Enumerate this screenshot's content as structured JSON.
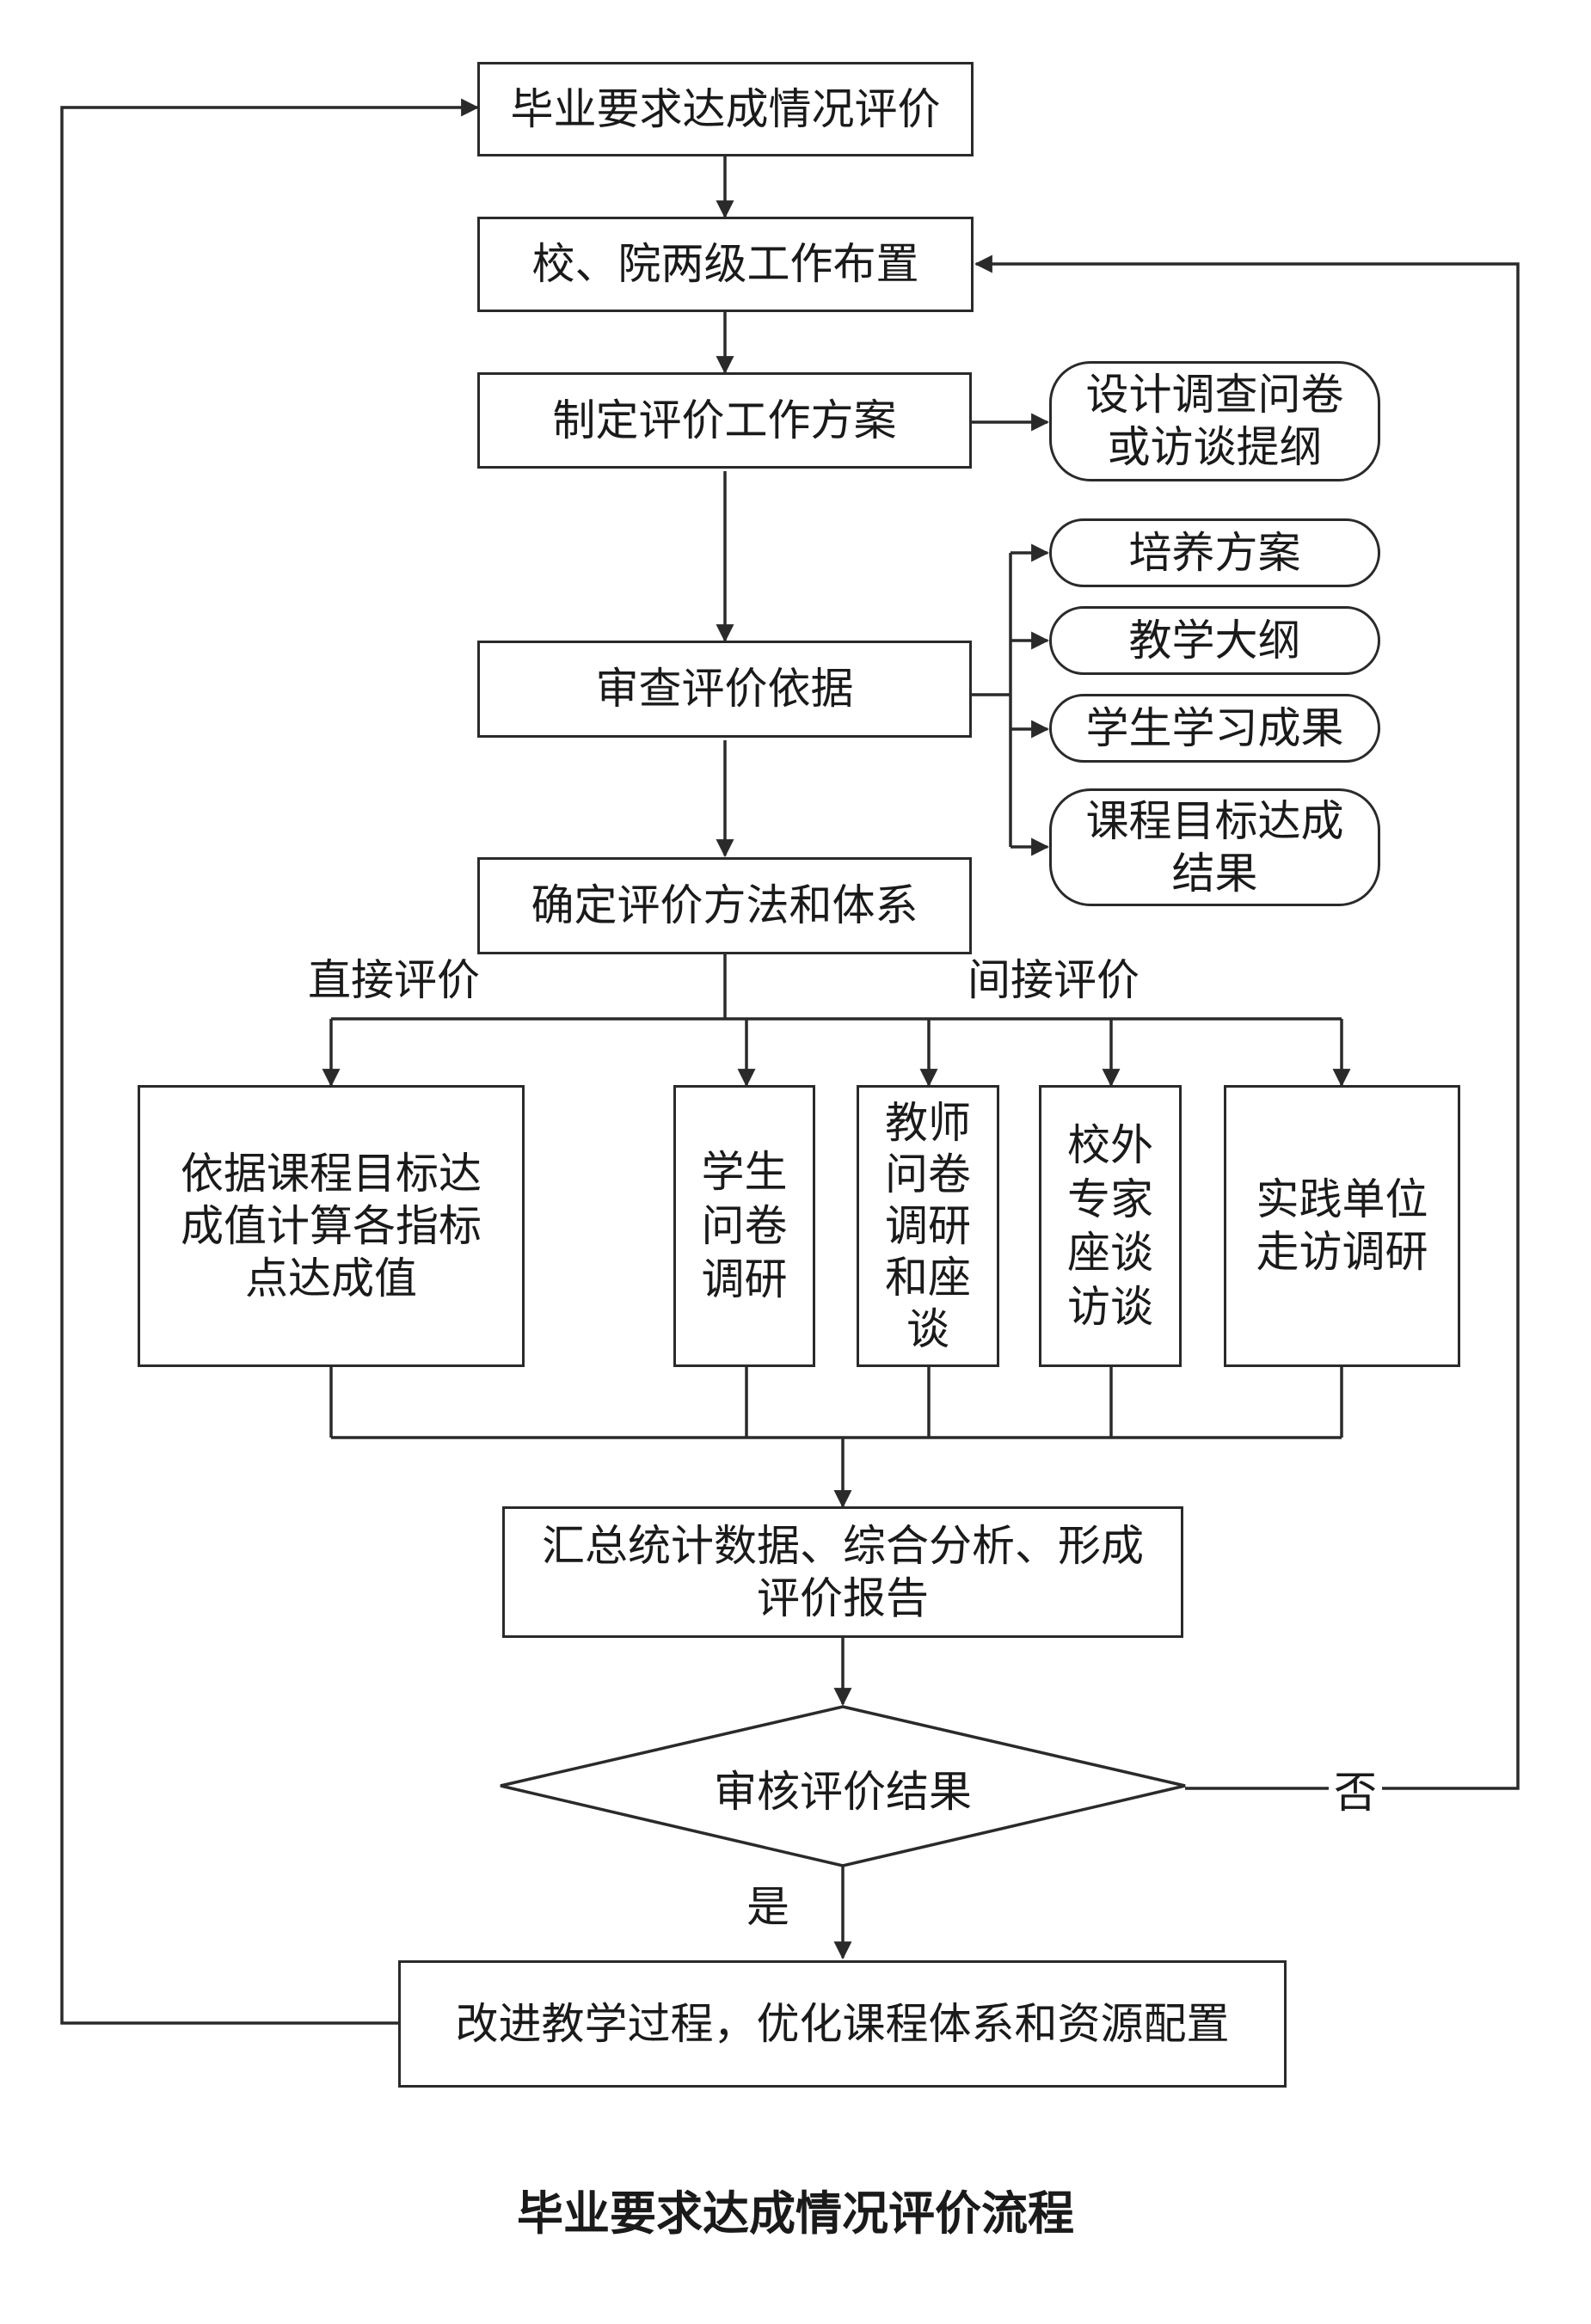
{
  "nodes": {
    "eval_grad": "毕业要求达成情况评价",
    "school_setup": "校、院两级工作布置",
    "make_plan": "制定评价工作方案",
    "design_survey": "设计调查问卷\n或访谈提纲",
    "review_basis": "审查评价依据",
    "basis_items": [
      "培养方案",
      "教学大纲",
      "学生学习成果",
      "课程目标达成\n结果"
    ],
    "determine_method": "确定评价方法和体系",
    "direct_calc": "依据课程目标达\n成值计算各指标\n点达成值",
    "student_survey": "学生\n问卷\n调研",
    "teacher_survey": "教师\n问卷\n调研\n和座\n谈",
    "expert_interview": "校外\n专家\n座谈\n访谈",
    "practice_visit": "实践单位\n走访调研",
    "summarize": "汇总统计数据、综合分析、形成\n评价报告",
    "review_result": "审核评价结果",
    "improve": "改进教学过程，优化课程体系和资源配置"
  },
  "labels": {
    "direct": "直接评价",
    "indirect": "间接评价",
    "no": "否",
    "yes": "是"
  },
  "caption": "毕业要求达成情况评价流程"
}
